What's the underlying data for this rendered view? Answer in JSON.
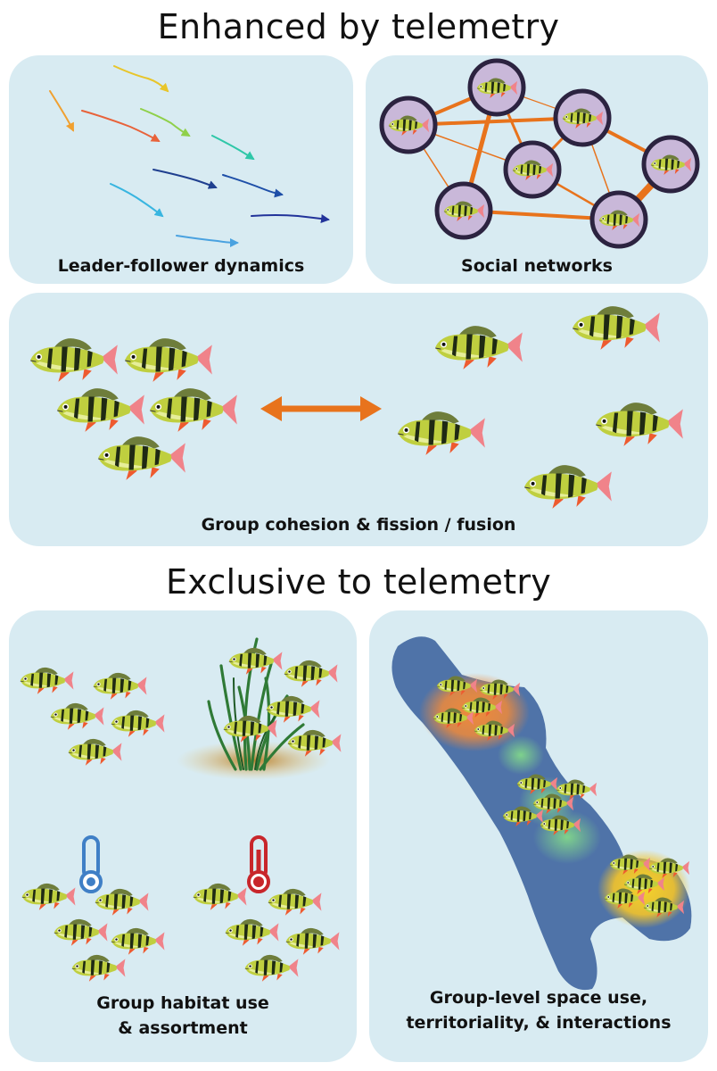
{
  "section_titles": {
    "enhanced": "Enhanced by telemetry",
    "exclusive": "Exclusive to telemetry"
  },
  "panels": {
    "leader_follower": {
      "caption": "Leader-follower dynamics"
    },
    "social_networks": {
      "caption": "Social networks"
    },
    "cohesion": {
      "caption": "Group cohesion & fission / fusion"
    },
    "habitat": {
      "caption_line1": "Group habitat use",
      "caption_line2": "& assortment"
    },
    "space_use": {
      "caption_line1": "Group-level space use,",
      "caption_line2": "territoriality, & interactions"
    }
  },
  "icons": {
    "cold": "thermometer-cold-icon",
    "warm": "thermometer-warm-icon",
    "arrow": "double-headed-arrow-icon",
    "fish": "perch-fish-icon"
  },
  "colors": {
    "panel_bg": "#d8ebf2",
    "network_edge": "#e8731c",
    "node_fill": "#c9b8d9",
    "node_ring": "#2c2340",
    "lake": "#4f73a8",
    "cold": "#3f7fc6",
    "warm": "#c8262b"
  }
}
